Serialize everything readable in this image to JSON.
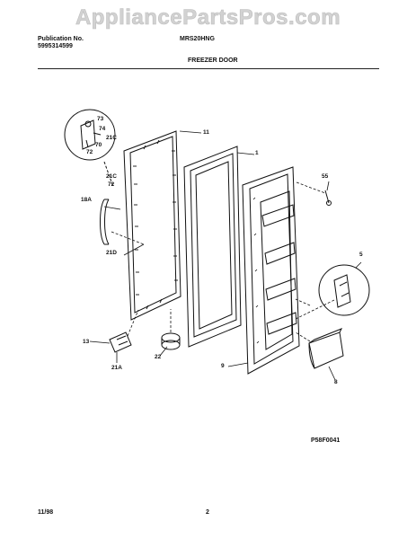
{
  "watermark": "AppliancePartsPros.com",
  "header": {
    "publication_label": "Publication No.",
    "publication_number": "5995314599",
    "model": "MRS20HNG",
    "section": "FREEZER DOOR"
  },
  "callouts": {
    "c73": "73",
    "c74": "74",
    "c21c_top": "21C",
    "c70": "70",
    "c72_top": "72",
    "c11": "11",
    "c1": "1",
    "c55": "55",
    "c21c_mid": "21C",
    "c72_mid": "72",
    "c18a": "18A",
    "c21d": "21D",
    "c5": "5",
    "c13": "13",
    "c22": "22",
    "c21a": "21A",
    "c9": "9",
    "c8": "8"
  },
  "figure_code": "P58F0041",
  "footer": {
    "date": "11/98",
    "page": "2"
  }
}
